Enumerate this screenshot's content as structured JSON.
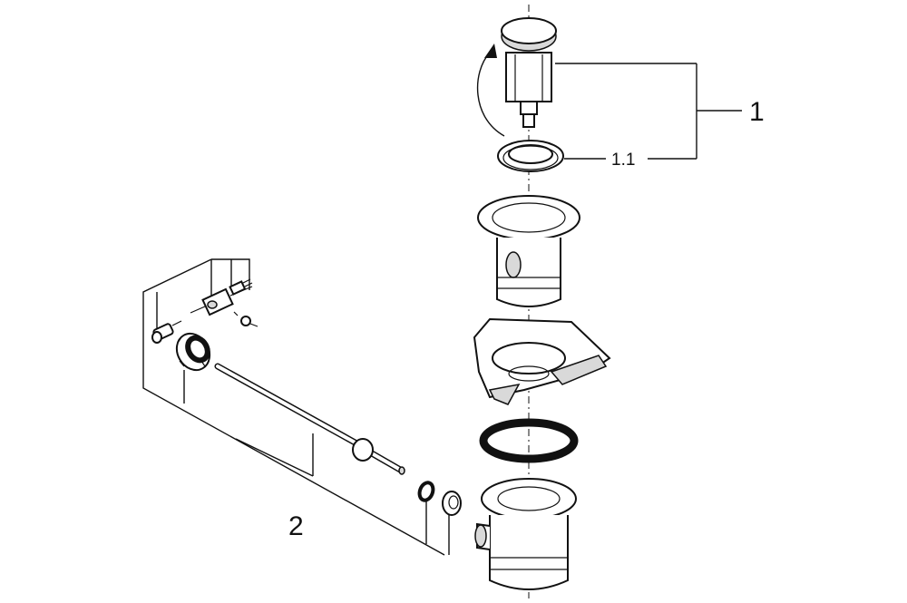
{
  "labels": {
    "assembly_1": "1",
    "assembly_1_1": "1.1",
    "assembly_2": "2"
  }
}
